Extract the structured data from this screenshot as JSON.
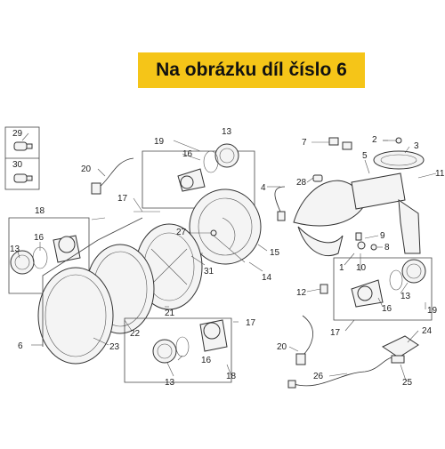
{
  "banner": {
    "text": "Na obrázku díl číslo 6"
  },
  "callouts": [
    "29",
    "30",
    "20",
    "19",
    "16",
    "13",
    "17",
    "18",
    "16",
    "13",
    "27",
    "31",
    "15",
    "14",
    "21",
    "22",
    "23",
    "6",
    "7",
    "2",
    "3",
    "5",
    "4",
    "28",
    "11",
    "10",
    "9",
    "1",
    "8",
    "12",
    "17",
    "16",
    "13",
    "19",
    "20",
    "24",
    "25",
    "26",
    "17",
    "16",
    "13",
    "18"
  ],
  "colors": {
    "banner_bg": "#f5c518",
    "line": "#333333"
  }
}
